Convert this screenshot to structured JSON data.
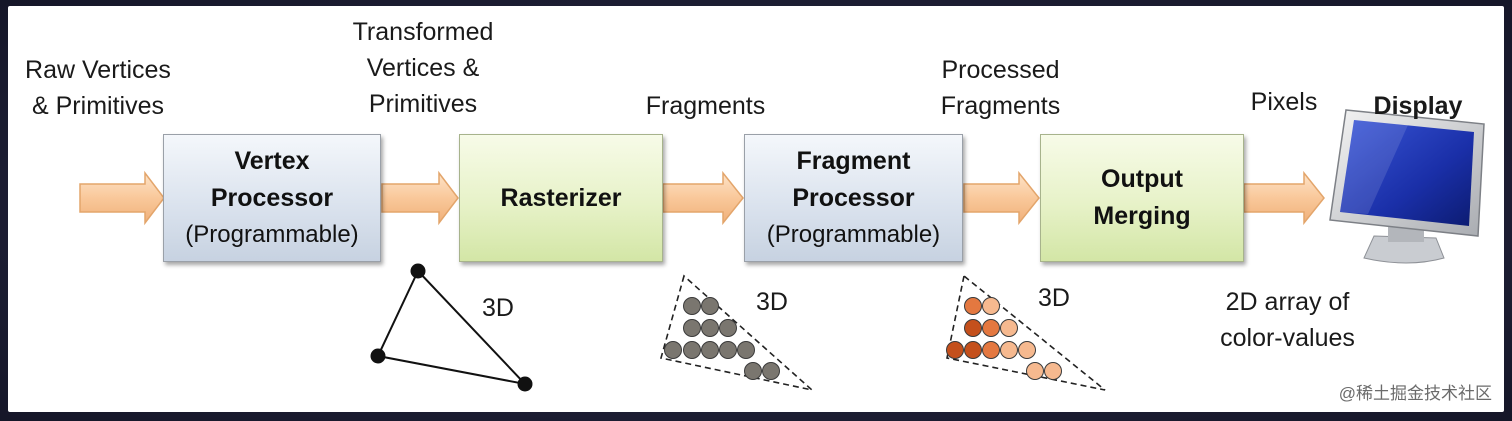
{
  "labels": {
    "raw": "Raw Vertices\n& Primitives",
    "transformed": "Transformed\nVertices &\nPrimitives",
    "fragments": "Fragments",
    "processed": "Processed\nFragments",
    "pixels": "Pixels",
    "display": "Display",
    "array": "2D array of\ncolor-values",
    "threed_1": "3D",
    "threed_2": "3D",
    "threed_3": "3D"
  },
  "stages": [
    {
      "title": "Vertex\nProcessor",
      "sub": "(Programmable)"
    },
    {
      "title": "Rasterizer",
      "sub": ""
    },
    {
      "title": "Fragment\nProcessor",
      "sub": "(Programmable)"
    },
    {
      "title": "Output\nMerging",
      "sub": ""
    }
  ],
  "watermark": "@稀土掘金技术社区",
  "colors": {
    "arrow_fill": "#f9c89a",
    "arrow_stroke": "#e3a56b",
    "gray_dot": "#7a766f",
    "dark_orange": "#c4501c",
    "mid_orange": "#e47840",
    "light_orange": "#f6b98f"
  }
}
